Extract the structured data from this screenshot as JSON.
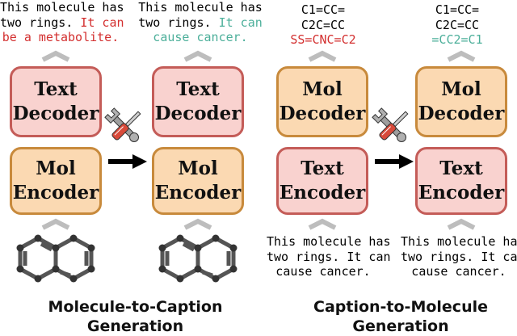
{
  "colors": {
    "decoder_fill": "#f9d2cf",
    "decoder_border": "#c45c58",
    "encoder_fill": "#fbd9b2",
    "encoder_border": "#c88a3c",
    "error_text": "#d32f2f",
    "correct_text": "#4caf9a"
  },
  "panel_left": {
    "caption_before": {
      "line1": "This molecule has",
      "line2_prefix": "two rings.",
      "line2_highlight": "It can",
      "line3_highlight": "be a metabolite."
    },
    "caption_after": {
      "line1": "This molecule has",
      "line2_prefix": "two rings.",
      "line2_highlight": "It can",
      "line3_highlight": "cause cancer."
    },
    "decoder_before": {
      "line1": "Text",
      "line2": "Decoder"
    },
    "decoder_after": {
      "line1": "Text",
      "line2": "Decoder"
    },
    "encoder_before": {
      "line1": "Mol",
      "line2": "Encoder"
    },
    "encoder_after": {
      "line1": "Mol",
      "line2": "Encoder"
    },
    "title_line1": "Molecule-to-Caption",
    "title_line2": "Generation"
  },
  "panel_right": {
    "smiles_before": {
      "line1": "C1=CC=",
      "line2": "C2C=CC",
      "line3_highlight": "SS=CNC=C2"
    },
    "smiles_after": {
      "line1": "C1=CC=",
      "line2": "C2C=CC",
      "line3_highlight": "=CC2=C1"
    },
    "decoder_before": {
      "line1": "Mol",
      "line2": "Decoder"
    },
    "decoder_after": {
      "line1": "Mol",
      "line2": "Decoder"
    },
    "encoder_before": {
      "line1": "Text",
      "line2": "Encoder"
    },
    "encoder_after": {
      "line1": "Text",
      "line2": "Encoder"
    },
    "input_before": {
      "line1": "This molecule has",
      "line2": "two rings. It can",
      "line3": "cause cancer."
    },
    "input_after": {
      "line1": "This molecule has",
      "line2": "two rings. It can",
      "line3": "cause cancer."
    },
    "title_line1": "Caption-to-Molecule",
    "title_line2": "Generation"
  },
  "icons": [
    "wrench-screwdriver-icon",
    "right-arrow-icon",
    "up-chevron-icon",
    "molecule-structure-icon"
  ]
}
